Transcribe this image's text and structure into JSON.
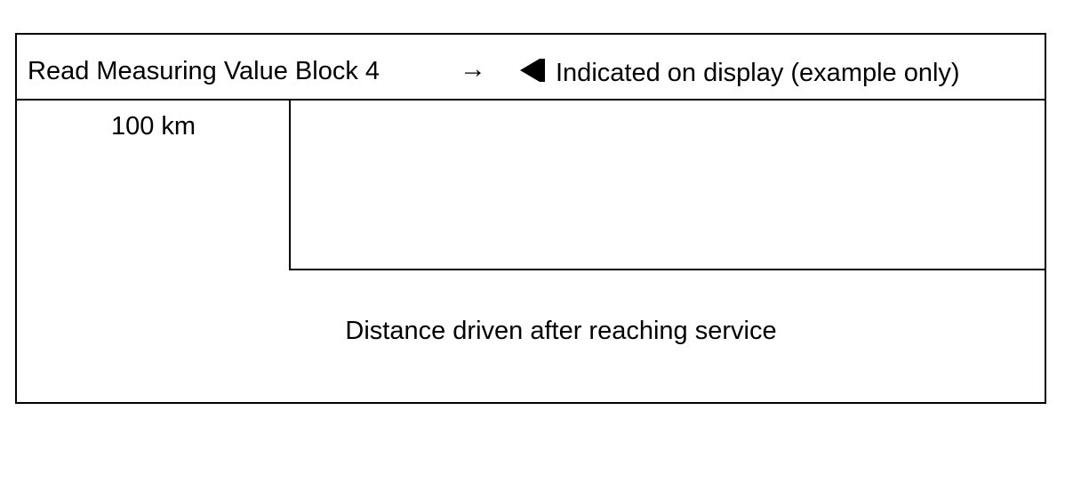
{
  "header": {
    "block_label": "Read Measuring Value Block 4",
    "arrow": "→",
    "pointer_icon": "left-pointer-icon",
    "display_note": "Indicated on display (example only)"
  },
  "value": {
    "distance": "100 km"
  },
  "caption": {
    "text": "Distance driven after reaching service"
  }
}
